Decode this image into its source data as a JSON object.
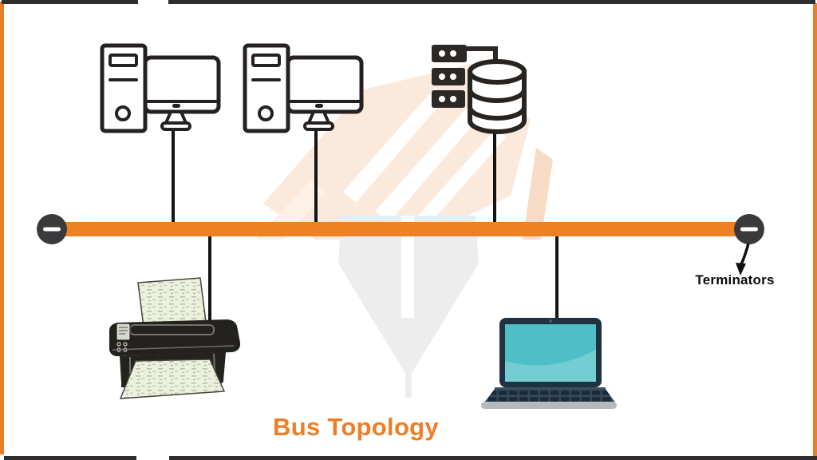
{
  "title": {
    "text": "Bus Topology"
  },
  "annotations": {
    "terminator_label": "Terminators"
  },
  "diagram": {
    "type": "network-topology",
    "topology": "bus",
    "bus": {
      "description": "horizontal orange backbone cable",
      "color": "#EE8122"
    },
    "terminators": [
      {
        "position": "left",
        "symbol": "minus-in-circle"
      },
      {
        "position": "right",
        "symbol": "minus-in-circle",
        "pointed_by_label": "Terminators"
      }
    ],
    "nodes": [
      {
        "id": "desktop-computer-1",
        "kind": "desktop computer (tower + monitor)",
        "attached": "above-bus"
      },
      {
        "id": "desktop-computer-2",
        "kind": "desktop computer (tower + monitor)",
        "attached": "above-bus"
      },
      {
        "id": "server-database",
        "kind": "server rack with database cylinder",
        "attached": "above-bus"
      },
      {
        "id": "printer",
        "kind": "printer with paper",
        "attached": "below-bus"
      },
      {
        "id": "laptop",
        "kind": "laptop",
        "attached": "below-bus"
      }
    ],
    "colors": {
      "bus_orange": "#EE8122",
      "frame_orange": "#E8802B",
      "frame_black": "#2F2D2D",
      "terminator_fill": "#3A3A3C",
      "icon_stroke": "#242120",
      "title_orange": "#EF7D26",
      "laptop_screen_teal": "#4FBFC7",
      "paper_green": "#EBF1DE",
      "watermark_peach": "#FBE9DC",
      "watermark_gray": "#EDEDED"
    }
  }
}
